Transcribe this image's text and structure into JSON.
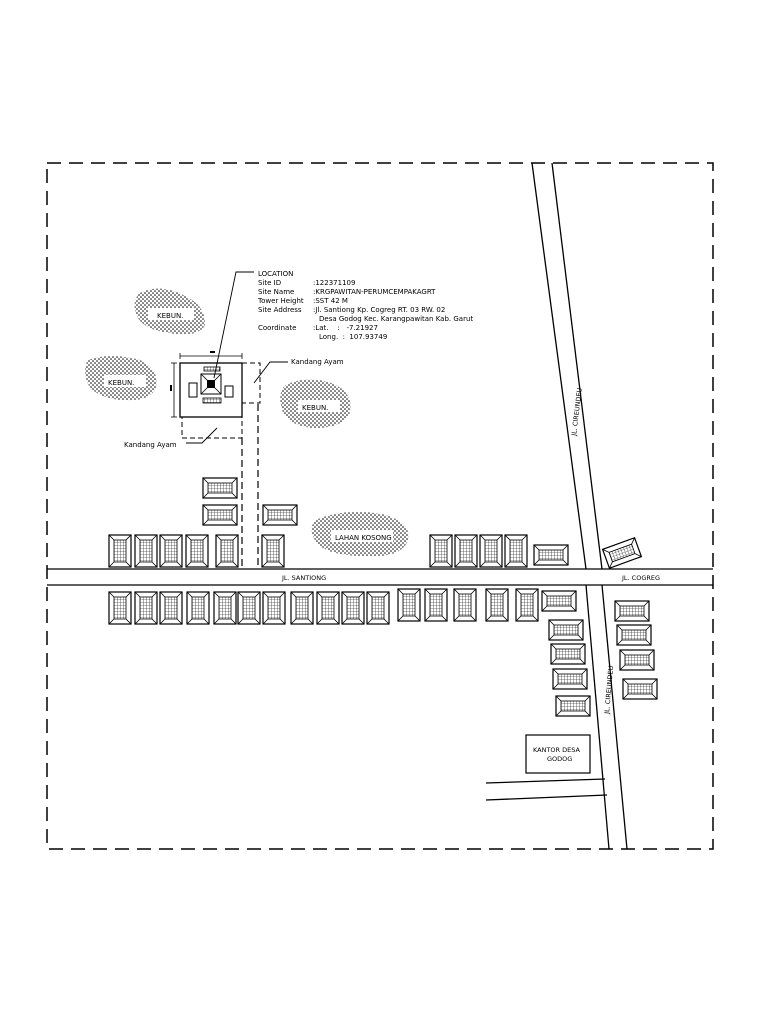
{
  "location_block": {
    "heading": "LOCATION",
    "site_id_label": "Site ID",
    "site_id_value": ":122371109",
    "site_name_label": "Site Name",
    "site_name_value": ":KRGPAWITAN-PERUMCEMPAKAGRT",
    "tower_height_label": "Tower Height",
    "tower_height_value": ":SST 42 M",
    "site_address_label": "Site Address",
    "site_address_value_1": ":Jl. Santiong Kp. Cogreg RT. 03 RW. 02",
    "site_address_value_2": "Desa Godog Kec. Karangpawitan Kab. Garut",
    "coordinate_label": "Coordinate",
    "lat_value": ":Lat.    :   -7.21927",
    "long_value": "Long.  :  107.93749"
  },
  "labels": {
    "kebun_1": "KEBUN.",
    "kebun_2": "KEBUN.",
    "kebun_3": "KEBUN.",
    "kandang_ayam_1": "Kandang Ayam",
    "kandang_ayam_2": "Kandang Ayam",
    "lahan_kosong": "LAHAN KOSONG",
    "kantor_desa_1": "KANTOR DESA",
    "kantor_desa_2": "GODOG"
  },
  "roads": {
    "santiong": "JL. SANTIONG",
    "cogreg": "JL. COGREG",
    "cireundeu_upper": "JL. CIREUNDEU",
    "cireundeu_lower": "JL. CIREUNDEU"
  },
  "colors": {
    "line": "#000000",
    "background": "#ffffff"
  }
}
